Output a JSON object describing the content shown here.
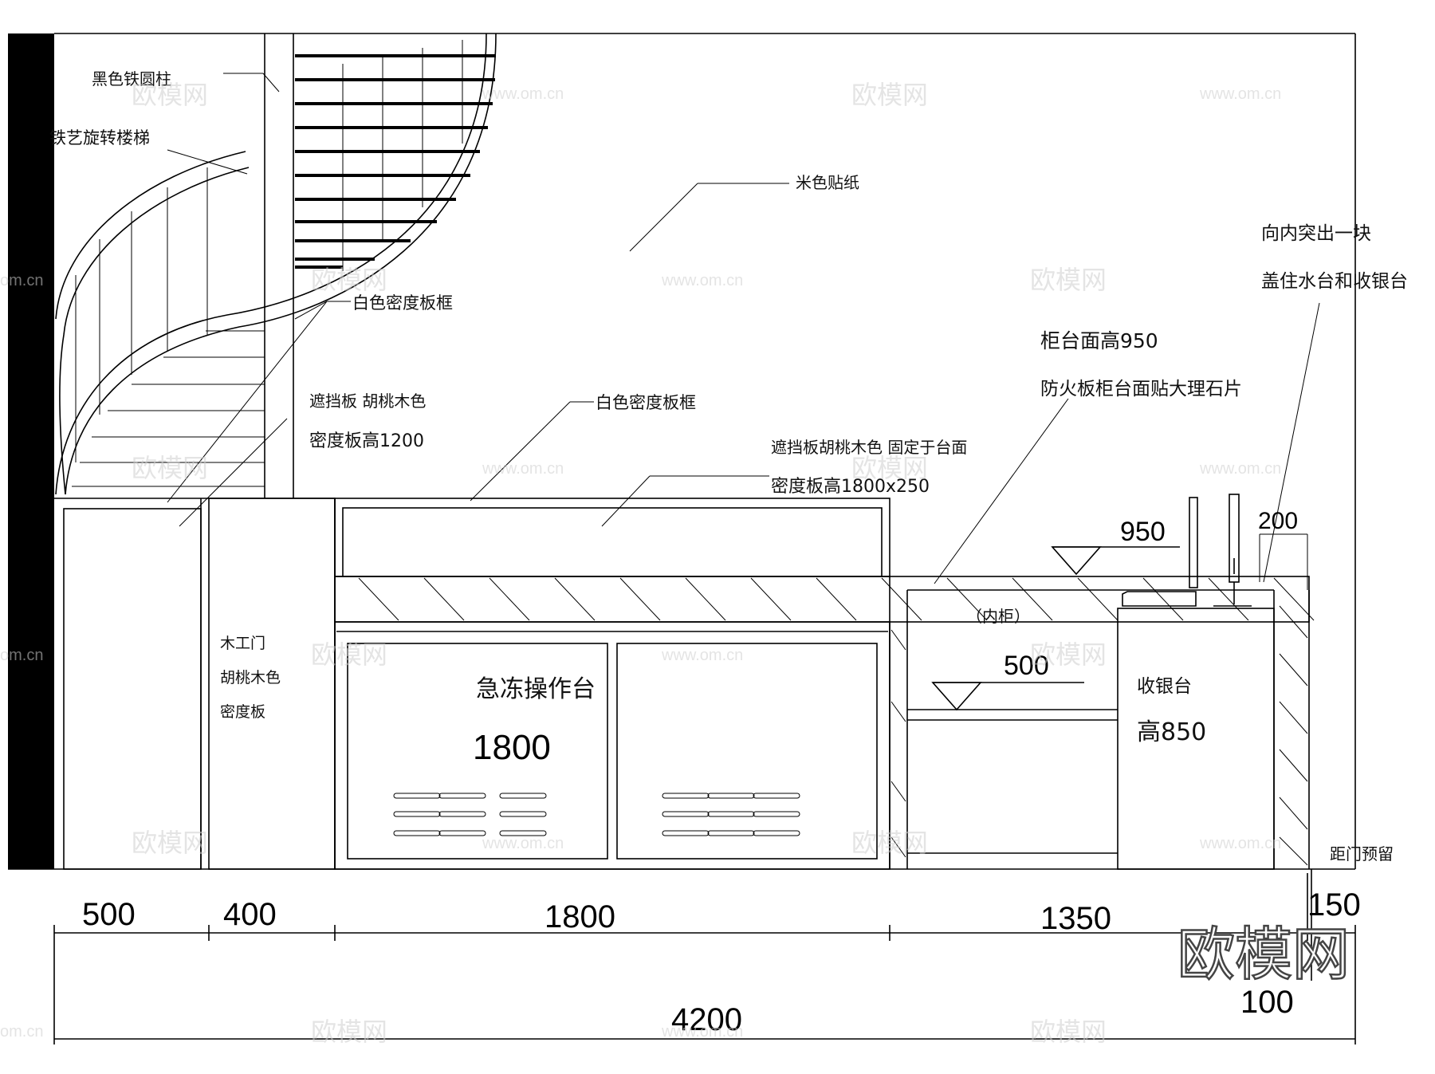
{
  "labels": {
    "black_iron_column": "黑色铁圆柱",
    "spiral_stair": "铁艺旋转楼梯",
    "beige_wallpaper": "米色贴纸",
    "white_mdf_frame_1": "白色密度板框",
    "white_mdf_frame_2": "白色密度板框",
    "baffle_walnut_1": "遮挡板  胡桃木色",
    "baffle_height_1": "密度板高1200",
    "baffle_walnut_2": "遮挡板胡桃木色  固定于台面",
    "baffle_height_2": "密度板高1800x250",
    "protrude_1": "向内突出一块",
    "protrude_2": "盖住水台和收银台",
    "counter_height": "柜台面高950",
    "fireproof_marble": "防火板柜台面贴大理石片",
    "wood_door_1": "木工门",
    "wood_door_2": "胡桃木色",
    "wood_door_3": "密度板",
    "freezer_title": "急冻操作台",
    "freezer_len": "1800",
    "inner_cabinet": "（内柜）",
    "cashier_title": "收银台",
    "cashier_height": "高850",
    "door_reserve": "距门预留"
  },
  "dimensions": {
    "level_950": "950",
    "level_200": "200",
    "level_500": "500",
    "bottom_500": "500",
    "bottom_400": "400",
    "bottom_1800": "1800",
    "bottom_1350": "1350",
    "right_150": "150",
    "right_100": "100",
    "total_4200": "4200"
  },
  "watermark": {
    "brand": "欧模网",
    "url": "www.om.cn",
    "url_fragment": "om.cn"
  }
}
